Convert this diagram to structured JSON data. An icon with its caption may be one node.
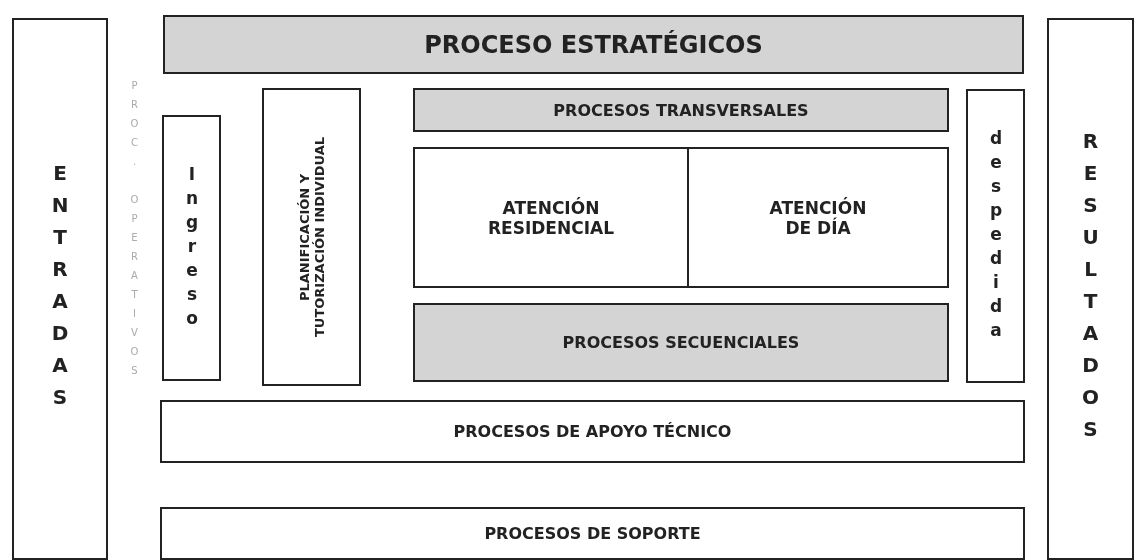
{
  "diagram": {
    "nodes": [
      {
        "text": [
          "ENTRADAS"
        ]
      },
      {
        "text": [
          "PROCESO ESTRATÉGICOS"
        ]
      },
      {
        "text": [
          "Ingreso"
        ]
      },
      {
        "text": [
          "PLANIFICACIÓN Y TUTORIZACIÓN INDIVIDUAL"
        ]
      },
      {
        "text": [
          "PROCESOS TRANSVERSALES"
        ]
      },
      {
        "text": [
          "ATENCIÓN RESIDENCIAL"
        ]
      },
      {
        "text": [
          "ATENCIÓN DE DÍA"
        ]
      },
      {
        "text": [
          "PROCESOS SECUENCIALES"
        ]
      },
      {
        "text": [
          "despedida"
        ]
      },
      {
        "text": [
          "PROCESOS DE APOYO TÉCNICO"
        ]
      },
      {
        "text": [
          "PROCESOS DE SOPORTE"
        ]
      },
      {
        "text": [
          "RESULTADOS"
        ]
      }
    ],
    "labels": [
      "PROC. OPERATIVOS"
    ]
  }
}
